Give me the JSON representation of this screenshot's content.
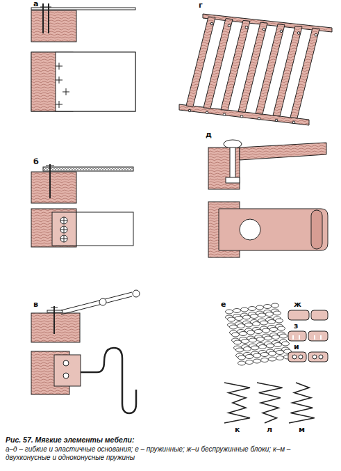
{
  "diagram": {
    "caption": "Рис. 57. Мягкие элементы мебели:",
    "labels": [
      "а",
      "б",
      "в",
      "г",
      "д",
      "е",
      "ж",
      "з",
      "и",
      "к",
      "л",
      "м",
      "а–д – гибкие и эластичные основания; е – пружинные; ж–и беспружинные блоки; к–м – двухконусные и одноконусные пружины"
    ]
  }
}
